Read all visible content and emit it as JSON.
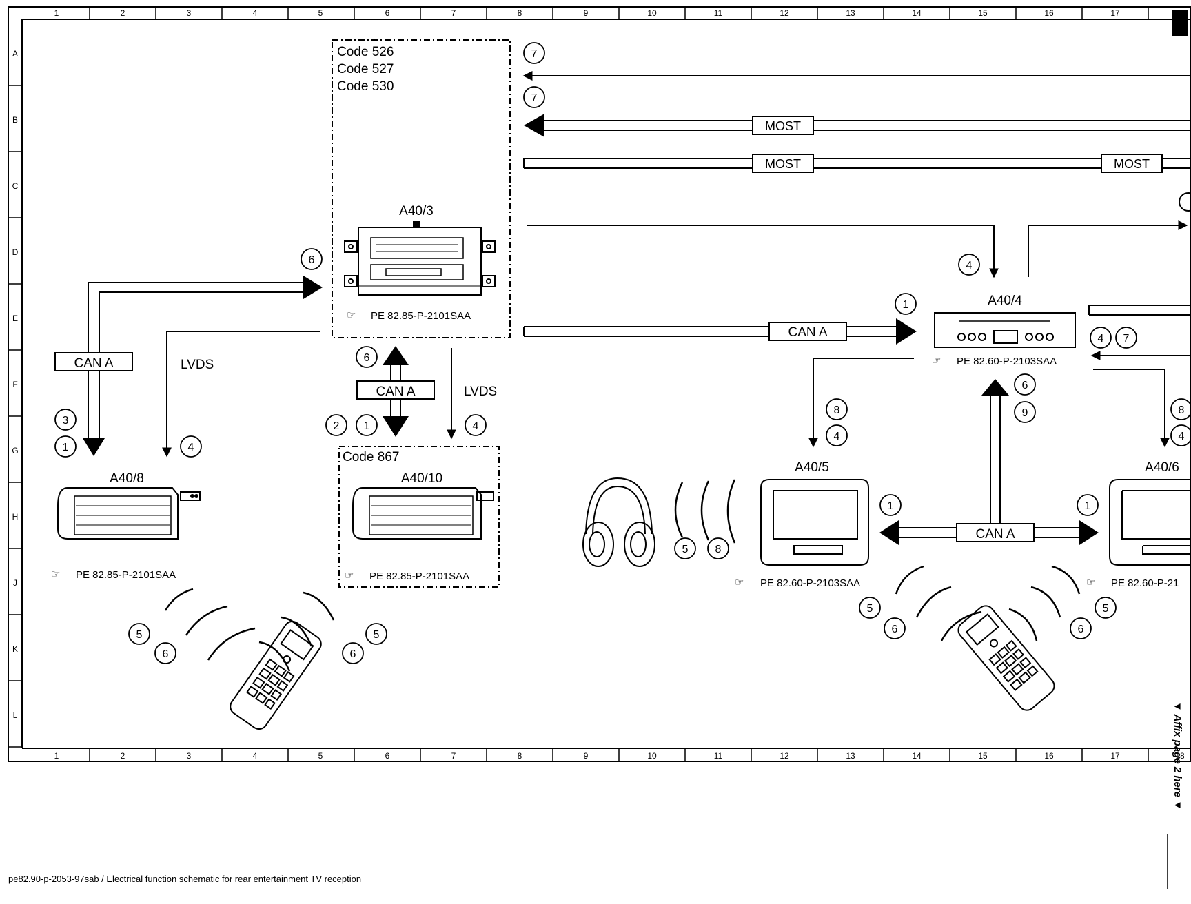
{
  "grid": {
    "columns": [
      "1",
      "2",
      "3",
      "4",
      "5",
      "6",
      "7",
      "8",
      "9",
      "10",
      "11",
      "12",
      "13",
      "14",
      "15",
      "16",
      "17",
      "18"
    ],
    "rows": [
      "A",
      "B",
      "C",
      "D",
      "E",
      "F",
      "G",
      "H",
      "J",
      "K",
      "L"
    ]
  },
  "codes": {
    "main_block": [
      "Code 526",
      "Code 527",
      "Code 530"
    ],
    "sub_block": "Code 867"
  },
  "components": {
    "a40_3": {
      "label": "A40/3",
      "ref": "PE 82.85-P-2101SAA"
    },
    "a40_4": {
      "label": "A40/4",
      "ref": "PE 82.60-P-2103SAA"
    },
    "a40_5": {
      "label": "A40/5",
      "ref": "PE 82.60-P-2103SAA"
    },
    "a40_6": {
      "label": "A40/6",
      "ref": "PE 82.60-P-21"
    },
    "a40_8": {
      "label": "A40/8",
      "ref": "PE 82.85-P-2101SAA"
    },
    "a40_10": {
      "label": "A40/10",
      "ref": "PE 82.85-P-2101SAA"
    }
  },
  "bus_labels": {
    "can_a": "CAN A",
    "most": "MOST",
    "lvds": "LVDS"
  },
  "callouts": {
    "n1": "1",
    "n2": "2",
    "n3": "3",
    "n4": "4",
    "n5": "5",
    "n6": "6",
    "n7": "7",
    "n8": "8",
    "n9": "9"
  },
  "side_note": "▼ Affix page 2 here ▼",
  "footer": "pe82.90-p-2053-97sab / Electrical function schematic for rear entertainment TV reception"
}
